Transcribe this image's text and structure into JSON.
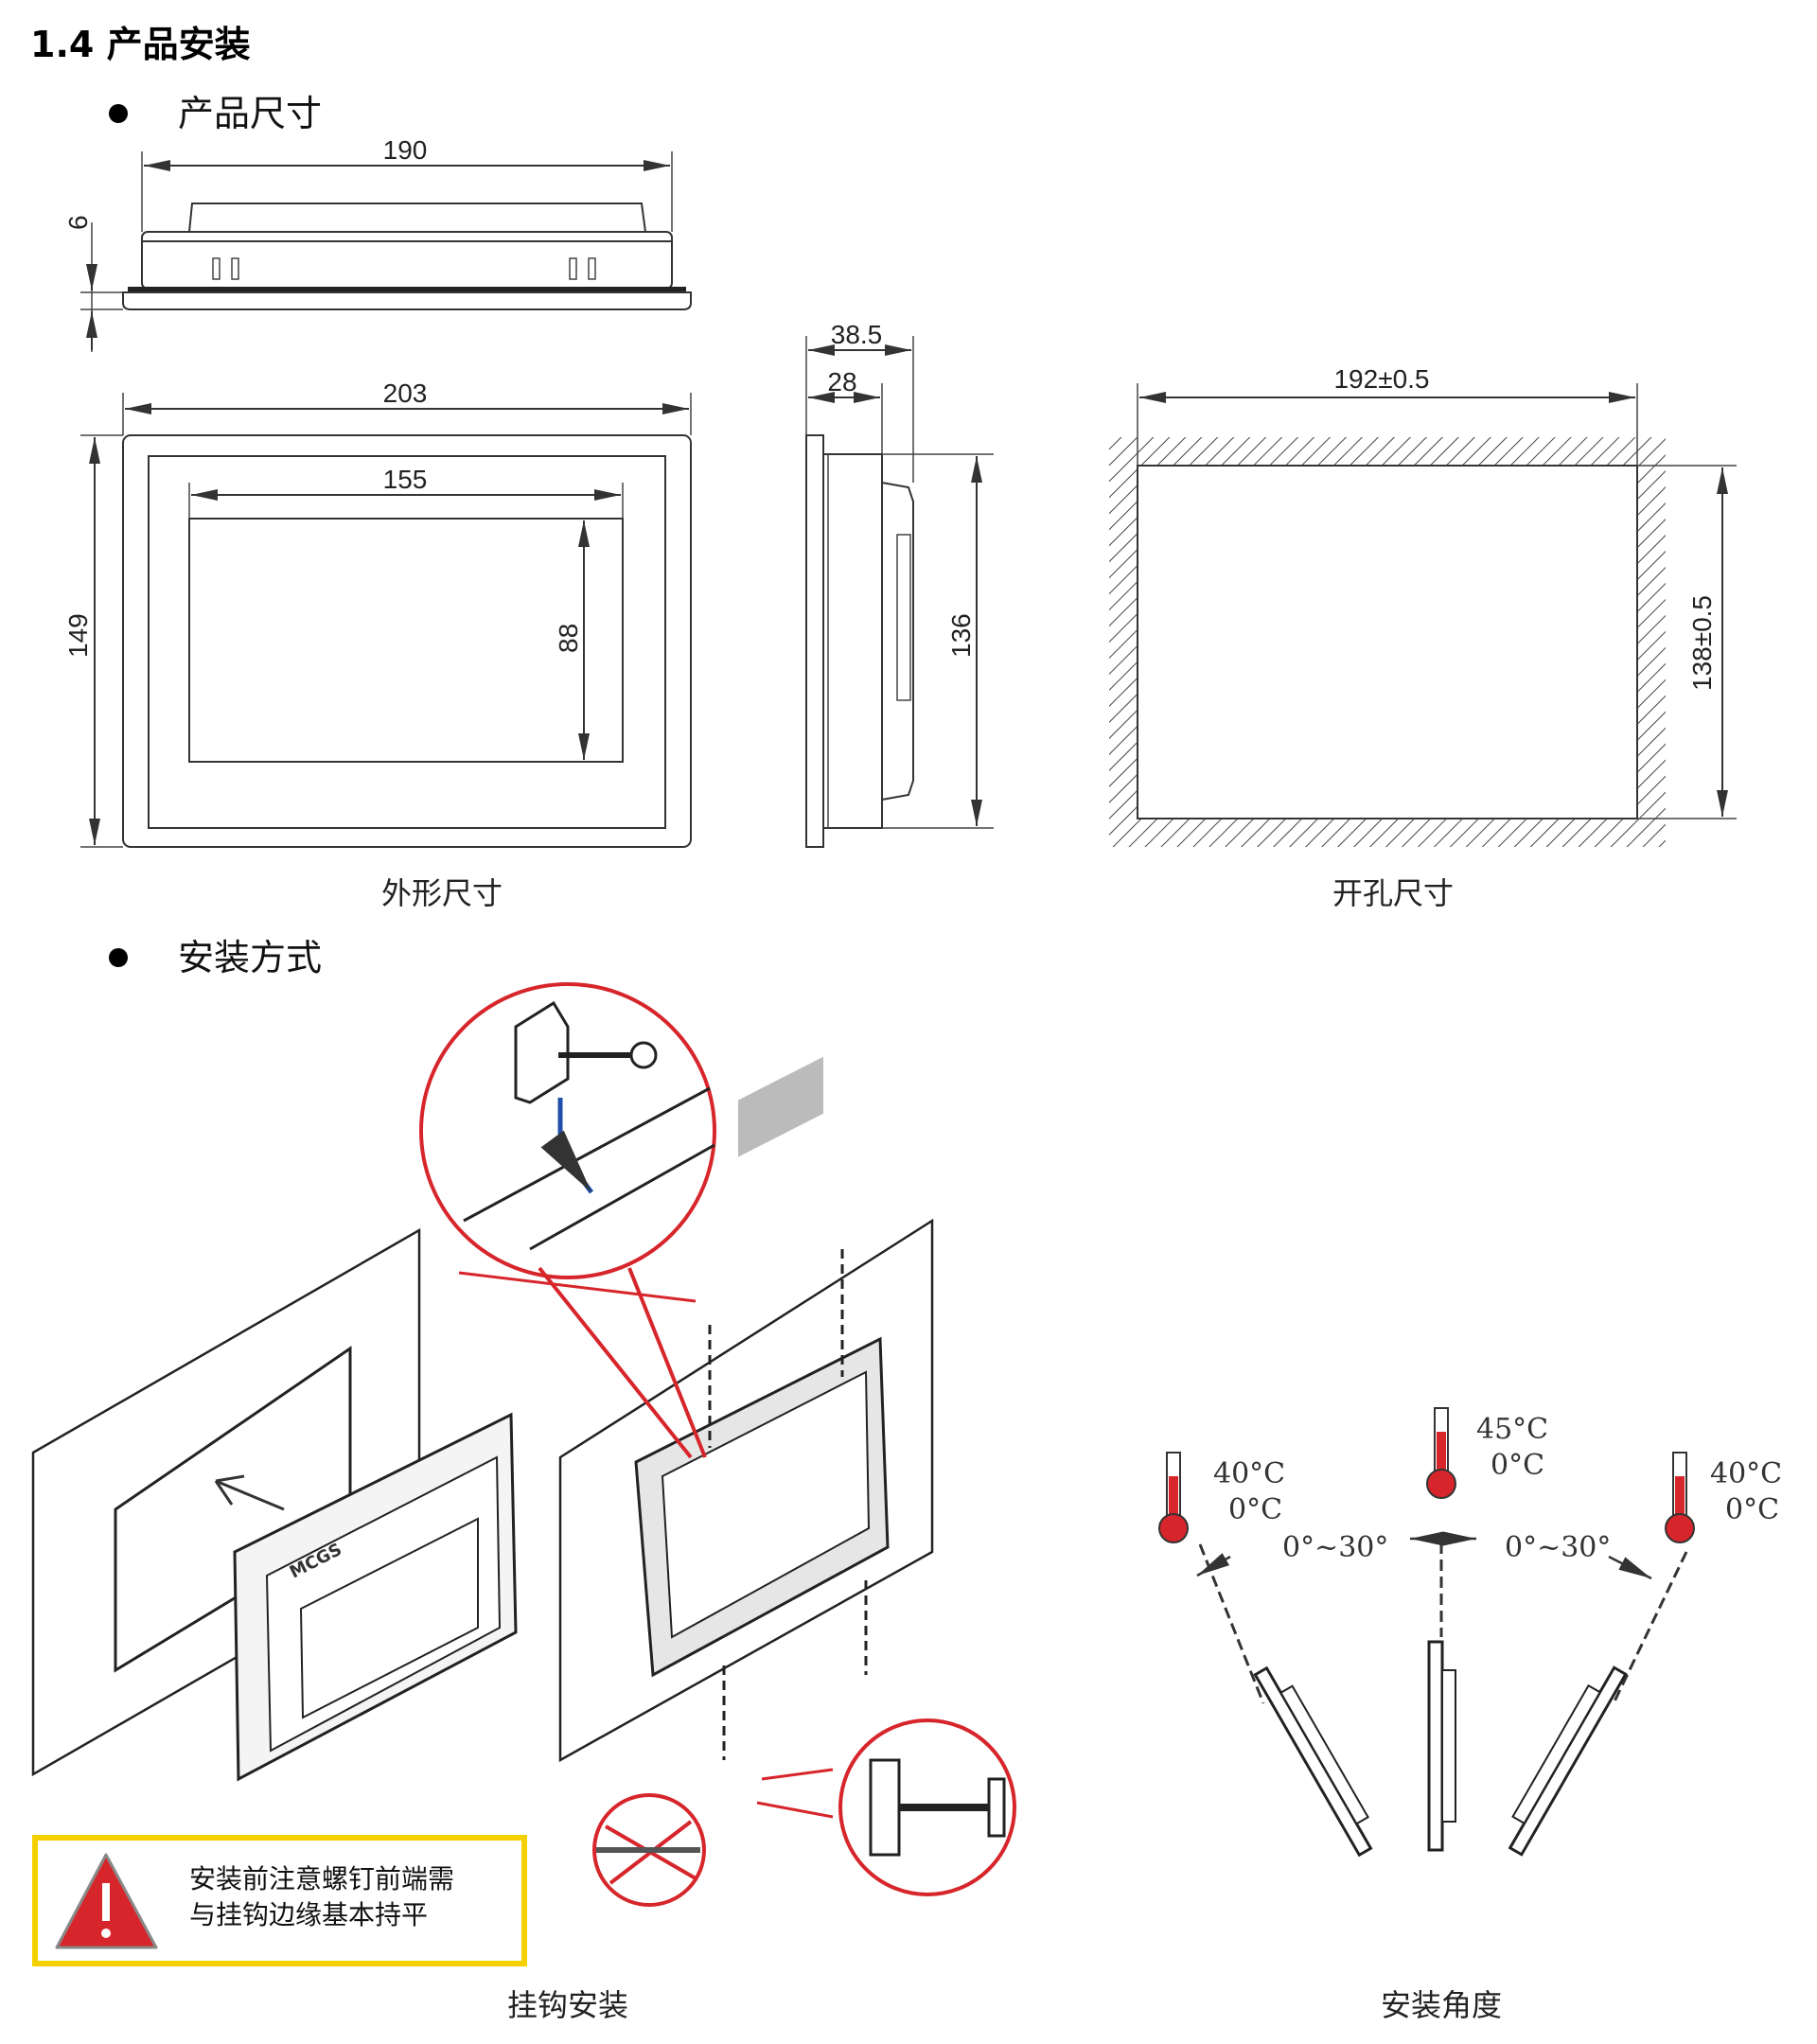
{
  "section": {
    "number": "1.4",
    "title": "产品安装"
  },
  "dimensions": {
    "heading": "产品尺寸",
    "top_view": {
      "width": "190",
      "thickness": "6"
    },
    "front_view": {
      "outer_width": "203",
      "outer_height": "149",
      "screen_width": "155",
      "screen_height": "88"
    },
    "side_view": {
      "depth_total": "38.5",
      "depth_body": "28",
      "body_height": "136"
    },
    "outline_caption": "外形尺寸",
    "cutout": {
      "width": "192±0.5",
      "height": "138±0.5",
      "caption": "开孔尺寸"
    }
  },
  "installation": {
    "heading": "安装方式",
    "brand_label": "MCGS",
    "warning_lines": [
      "安装前注意螺钉前端需",
      "与挂钩边缘基本持平"
    ],
    "hook_caption": "挂钩安装",
    "angle": {
      "left": {
        "max": "40°C",
        "min": "0°C",
        "range": "0°~30°"
      },
      "center": {
        "max": "45°C",
        "min": "0°C"
      },
      "right": {
        "max": "40°C",
        "min": "0°C",
        "range": "0°~30°"
      },
      "caption": "安装角度"
    }
  },
  "colors": {
    "red": "#d7262b",
    "warning_border": "#f5d000",
    "line": "#333333"
  }
}
